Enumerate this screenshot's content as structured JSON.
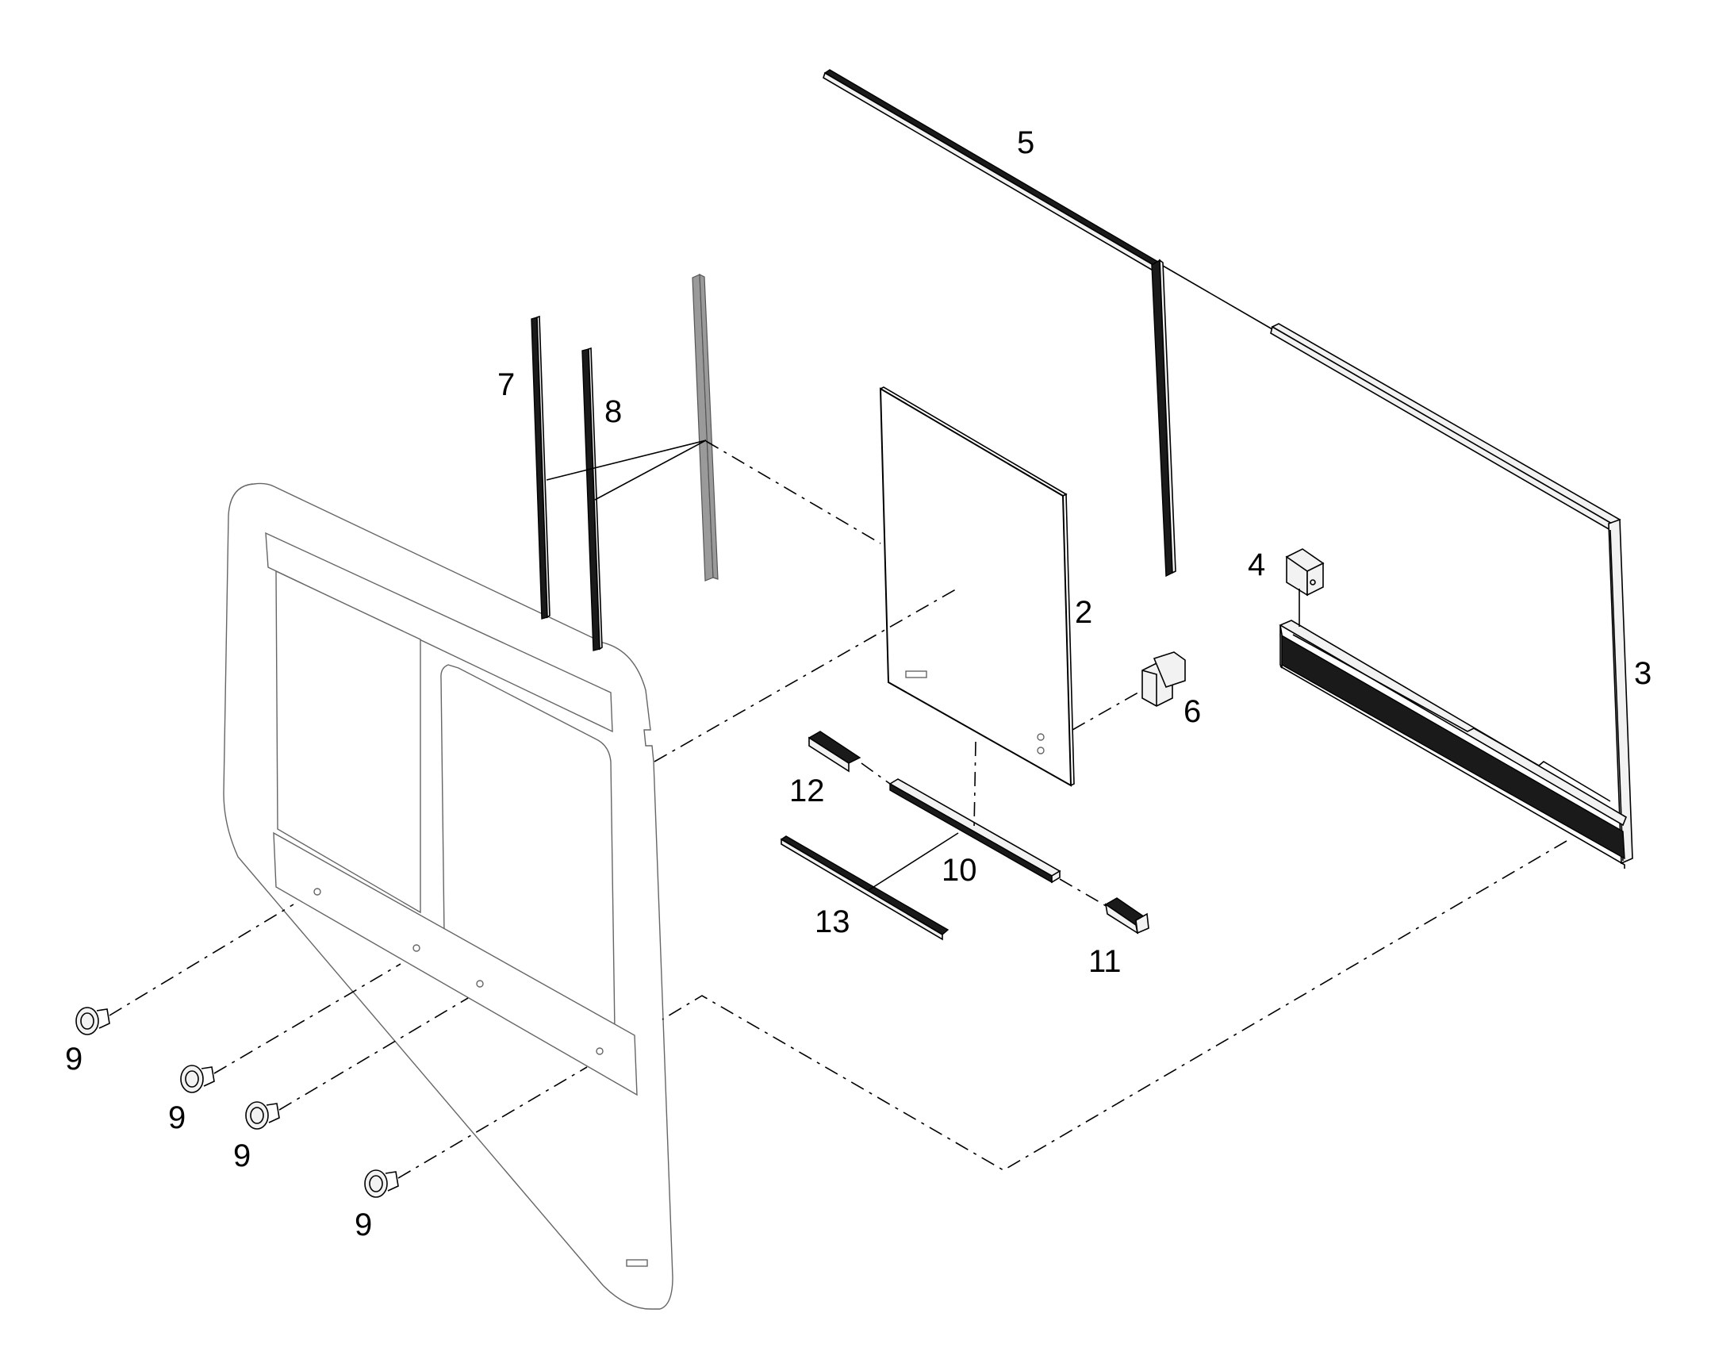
{
  "diagram": {
    "part_labels": [
      {
        "key": "p2",
        "text": "2"
      },
      {
        "key": "p3",
        "text": "3"
      },
      {
        "key": "p4",
        "text": "4"
      },
      {
        "key": "p5",
        "text": "5"
      },
      {
        "key": "p6",
        "text": "6"
      },
      {
        "key": "p7",
        "text": "7"
      },
      {
        "key": "p8",
        "text": "8"
      },
      {
        "key": "p9a",
        "text": "9"
      },
      {
        "key": "p9b",
        "text": "9"
      },
      {
        "key": "p9c",
        "text": "9"
      },
      {
        "key": "p9d",
        "text": "9"
      },
      {
        "key": "p10",
        "text": "10"
      },
      {
        "key": "p11",
        "text": "11"
      },
      {
        "key": "p12",
        "text": "12"
      },
      {
        "key": "p13",
        "text": "13"
      }
    ]
  }
}
